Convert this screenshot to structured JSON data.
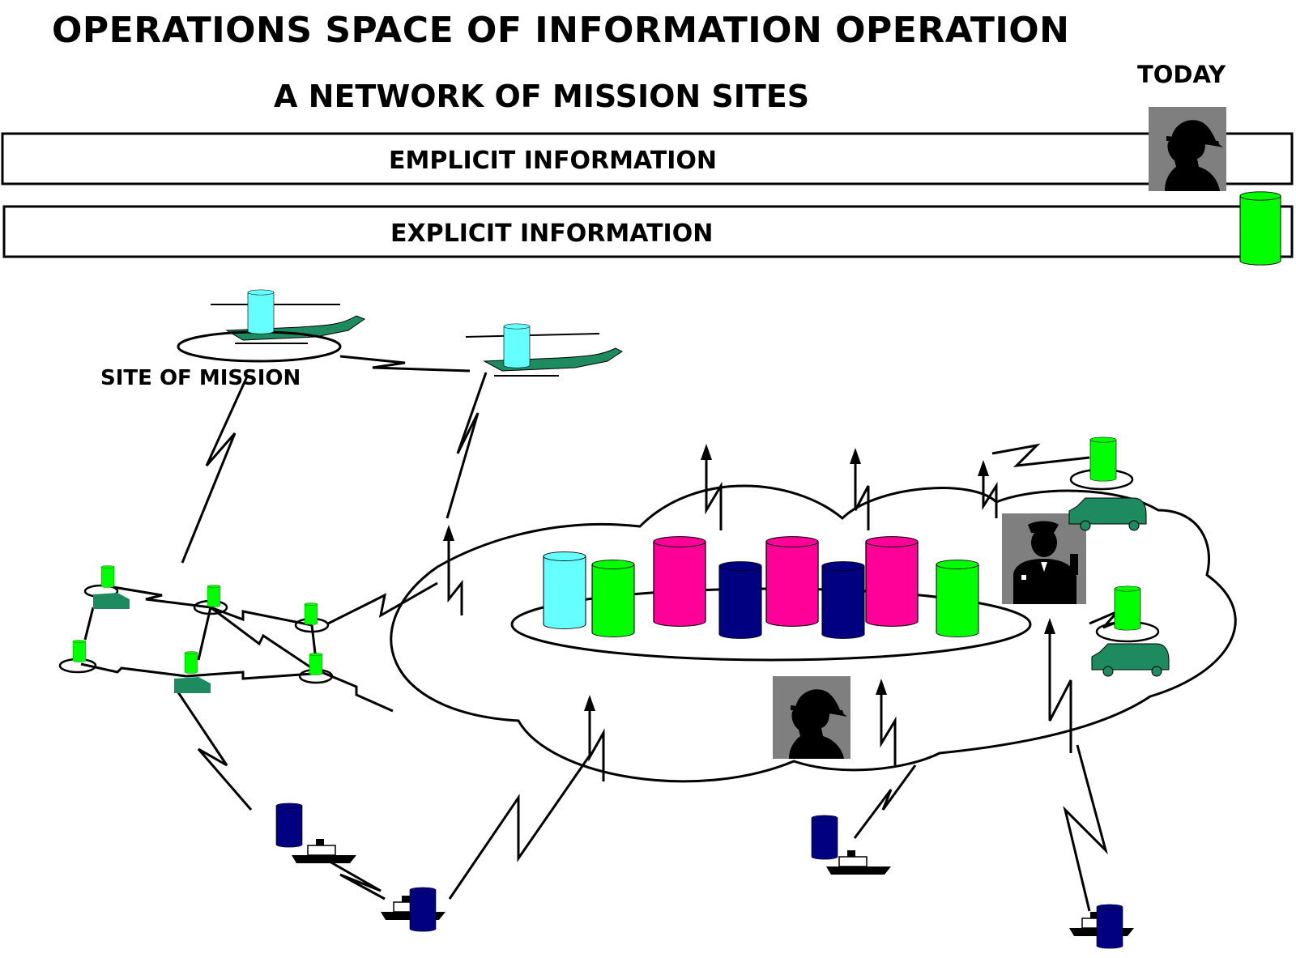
{
  "title": "OPERATIONS SPACE OF INFORMATION OPERATION",
  "subtitle": "A NETWORK OF MISSION SITES",
  "today_label": "TODAY",
  "bars": {
    "implicit": "EMPLICIT INFORMATION",
    "explicit": "EXPLICIT INFORMATION"
  },
  "site_label": "SITE OF MISSION",
  "icons": [
    "firefighter-icon",
    "police-officer-icon",
    "helicopter-icon",
    "truck-icon",
    "ship-icon",
    "database-cylinder-icon"
  ],
  "colors": {
    "cyan": "#66ffff",
    "green": "#00ff00",
    "magenta": "#ff0099",
    "navy": "#000080",
    "vehicle_green": "#1e8a60",
    "photo_gray": "#7f7f7f"
  },
  "central_databases": [
    "cyan",
    "green",
    "magenta",
    "navy",
    "magenta",
    "navy",
    "magenta",
    "green"
  ]
}
